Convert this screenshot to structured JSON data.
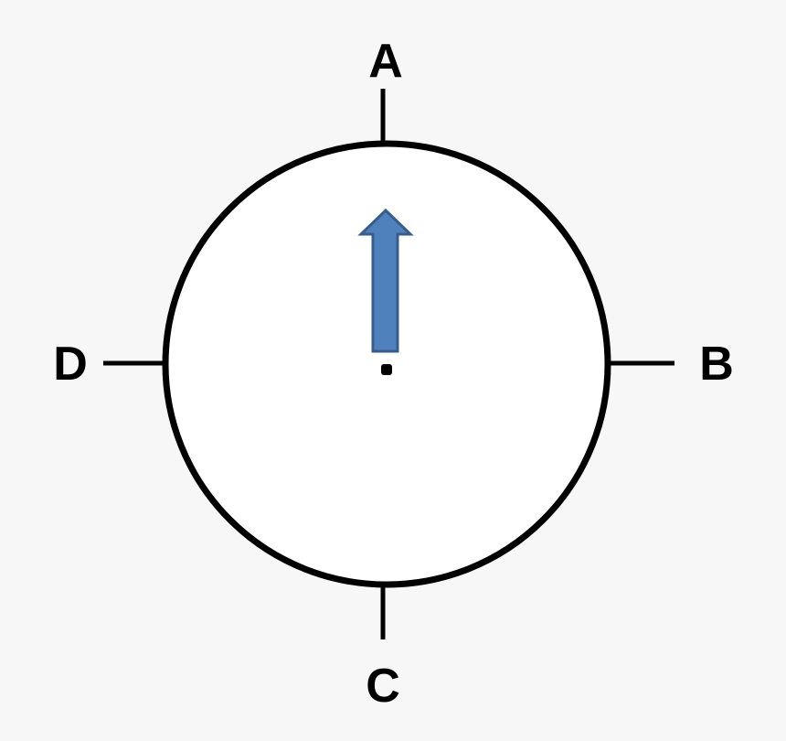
{
  "diagram": {
    "labels": {
      "top": "A",
      "right": "B",
      "bottom": "C",
      "left": "D"
    },
    "arrow": {
      "direction": "up",
      "fill": "#4f81bd",
      "stroke": "#385d8a"
    },
    "colors": {
      "background": "#f7f7f7",
      "circle_fill": "#ffffff",
      "stroke": "#000000"
    }
  }
}
